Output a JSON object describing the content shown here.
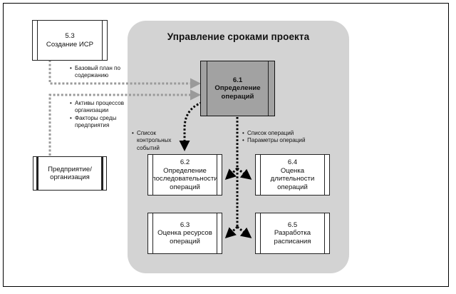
{
  "panel": {
    "title": "Управление сроками проекта"
  },
  "nodes": {
    "wbs": {
      "number": "5.3",
      "name": "Создание ИСР"
    },
    "enterprise": {
      "name": "Предприятие/ организация"
    },
    "define": {
      "number": "6.1",
      "name": "Определение операций"
    },
    "sequence": {
      "number": "6.2",
      "name": "Определение последовательности операций"
    },
    "duration": {
      "number": "6.4",
      "name": "Оценка длительности операций"
    },
    "resources": {
      "number": "6.3",
      "name": "Оценка ресурсов операций"
    },
    "schedule": {
      "number": "6.5",
      "name": "Разработка расписания"
    }
  },
  "flows": {
    "wbs_to_define": [
      "Базовый план по содержанию"
    ],
    "enterprise_to_define": [
      "Активы процессов организации",
      "Факторы среды предприятия"
    ],
    "define_to_sequence": [
      "Список контрольных событий"
    ],
    "define_to_others": [
      "Список операций",
      "Параметры операций"
    ]
  },
  "colors": {
    "panel": "#d3d3d3",
    "main_process": "#a2a2a2",
    "input_arrow": "#9a9a9a",
    "output_arrow": "#000000"
  }
}
